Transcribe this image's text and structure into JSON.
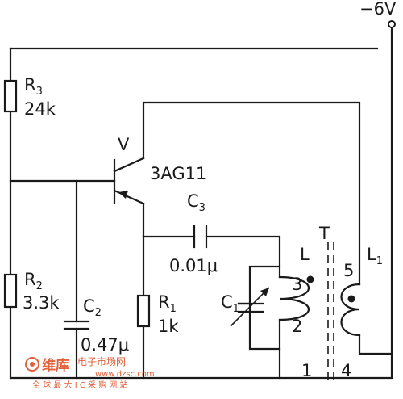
{
  "supply": {
    "label": "−6V"
  },
  "transistor": {
    "name": "V",
    "model": "3AG11"
  },
  "resistors": {
    "r3": {
      "ref": "R",
      "sub": "3",
      "value": "24k"
    },
    "r2": {
      "ref": "R",
      "sub": "2",
      "value": "3.3k"
    },
    "r1": {
      "ref": "R",
      "sub": "1",
      "value": "1k"
    }
  },
  "capacitors": {
    "c3": {
      "ref": "C",
      "sub": "3",
      "value": "0.01μ"
    },
    "c2": {
      "ref": "C",
      "sub": "2",
      "value": "0.47μ"
    },
    "c1": {
      "ref": "C",
      "sub": "1"
    }
  },
  "transformer": {
    "name": "T",
    "primary": "L",
    "secondary": "L",
    "secondary_sub": "1",
    "pins": [
      "3",
      "2",
      "1",
      "5",
      "4"
    ]
  },
  "watermark": {
    "brand": "维库",
    "site": "电子市场网",
    "url": "www.dzsc.com",
    "slogan": "全 球 最 大 I C 采 购 网 站"
  }
}
